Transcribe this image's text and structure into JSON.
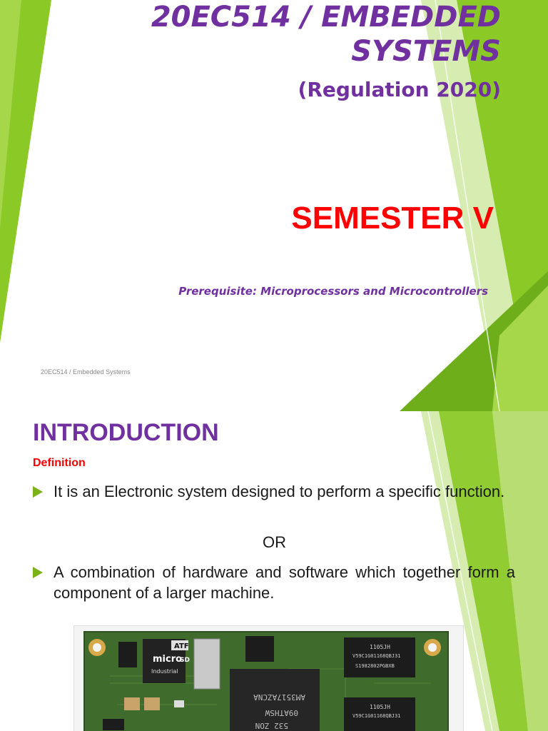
{
  "slide1": {
    "title_line1": "20EC514 / EMBEDDED",
    "title_line2": "SYSTEMS",
    "regulation": "(Regulation 2020)",
    "semester": "SEMESTER V",
    "prerequisite": "Prerequisite: Microprocessors and Microcontrollers",
    "footer": "20EC514 / Embedded Systems"
  },
  "slide2": {
    "heading": "INTRODUCTION",
    "definition_label": "Definition",
    "bullets": [
      "It is an Electronic system designed to perform a specific function.",
      "A combination of hardware and software which together form a component of a larger machine."
    ],
    "or_text": "OR",
    "board": {
      "chip_labels": [
        "ATF",
        "micro",
        "SD",
        "Industrial",
        "1105JH",
        "V59C1G01168QBJ31",
        "S1982802PGBXB",
        "532 ZON",
        "09ATHSW",
        "AM3517AZCNA"
      ]
    }
  },
  "theme": {
    "purple": "#7030a0",
    "red": "#ff0000",
    "green": "#7ab317",
    "light_green": "#a6d64a"
  }
}
